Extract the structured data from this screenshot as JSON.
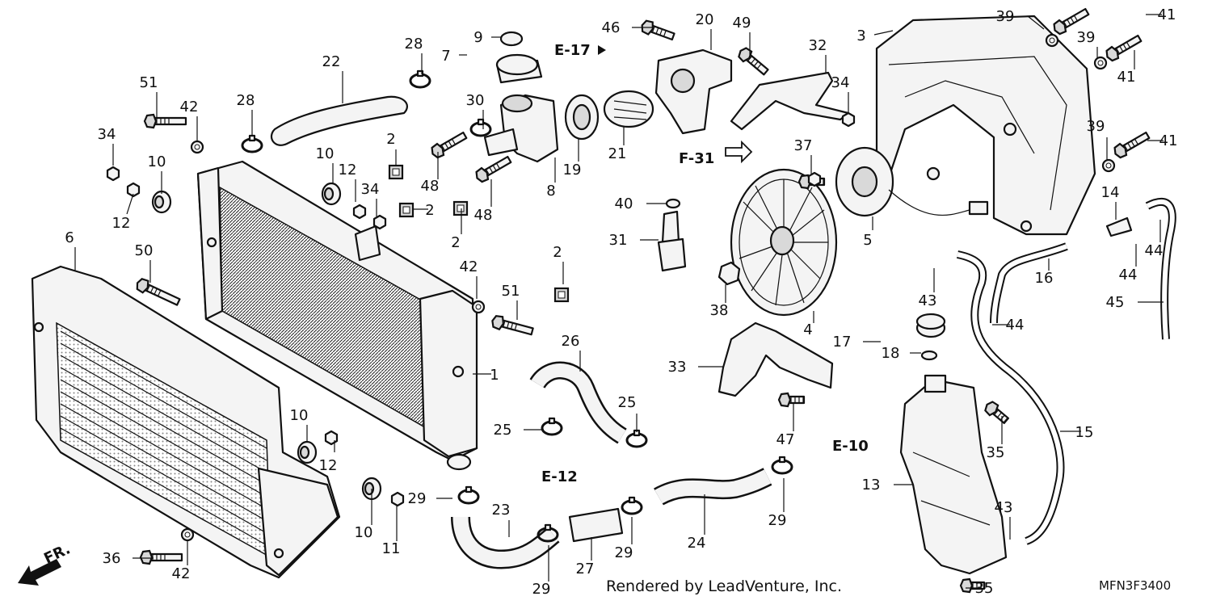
{
  "diagram": {
    "callouts": [
      {
        "id": "c1",
        "label": "1"
      },
      {
        "id": "c2a",
        "label": "2"
      },
      {
        "id": "c2b",
        "label": "2"
      },
      {
        "id": "c2c",
        "label": "2"
      },
      {
        "id": "c2d",
        "label": "2"
      },
      {
        "id": "c3",
        "label": "3"
      },
      {
        "id": "c4",
        "label": "4"
      },
      {
        "id": "c5",
        "label": "5"
      },
      {
        "id": "c6",
        "label": "6"
      },
      {
        "id": "c7",
        "label": "7"
      },
      {
        "id": "c8",
        "label": "8"
      },
      {
        "id": "c9",
        "label": "9"
      },
      {
        "id": "c10a",
        "label": "10"
      },
      {
        "id": "c10b",
        "label": "10"
      },
      {
        "id": "c10c",
        "label": "10"
      },
      {
        "id": "c10d",
        "label": "10"
      },
      {
        "id": "c11",
        "label": "11"
      },
      {
        "id": "c12a",
        "label": "12"
      },
      {
        "id": "c12b",
        "label": "12"
      },
      {
        "id": "c12c",
        "label": "12"
      },
      {
        "id": "c13",
        "label": "13"
      },
      {
        "id": "c14",
        "label": "14"
      },
      {
        "id": "c15",
        "label": "15"
      },
      {
        "id": "c16",
        "label": "16"
      },
      {
        "id": "c17",
        "label": "17"
      },
      {
        "id": "c18",
        "label": "18"
      },
      {
        "id": "c19",
        "label": "19"
      },
      {
        "id": "c20",
        "label": "20"
      },
      {
        "id": "c21",
        "label": "21"
      },
      {
        "id": "c22",
        "label": "22"
      },
      {
        "id": "c23",
        "label": "23"
      },
      {
        "id": "c24",
        "label": "24"
      },
      {
        "id": "c25a",
        "label": "25"
      },
      {
        "id": "c25b",
        "label": "25"
      },
      {
        "id": "c26",
        "label": "26"
      },
      {
        "id": "c27",
        "label": "27"
      },
      {
        "id": "c28a",
        "label": "28"
      },
      {
        "id": "c28b",
        "label": "28"
      },
      {
        "id": "c29a",
        "label": "29"
      },
      {
        "id": "c29b",
        "label": "29"
      },
      {
        "id": "c29c",
        "label": "29"
      },
      {
        "id": "c29d",
        "label": "29"
      },
      {
        "id": "c30",
        "label": "30"
      },
      {
        "id": "c31",
        "label": "31"
      },
      {
        "id": "c32",
        "label": "32"
      },
      {
        "id": "c33",
        "label": "33"
      },
      {
        "id": "c34a",
        "label": "34"
      },
      {
        "id": "c34b",
        "label": "34"
      },
      {
        "id": "c34c",
        "label": "34"
      },
      {
        "id": "c35a",
        "label": "35"
      },
      {
        "id": "c35b",
        "label": "35"
      },
      {
        "id": "c36",
        "label": "36"
      },
      {
        "id": "c37",
        "label": "37"
      },
      {
        "id": "c38",
        "label": "38"
      },
      {
        "id": "c39a",
        "label": "39"
      },
      {
        "id": "c39b",
        "label": "39"
      },
      {
        "id": "c39c",
        "label": "39"
      },
      {
        "id": "c40",
        "label": "40"
      },
      {
        "id": "c41a",
        "label": "41"
      },
      {
        "id": "c41b",
        "label": "41"
      },
      {
        "id": "c41c",
        "label": "41"
      },
      {
        "id": "c42a",
        "label": "42"
      },
      {
        "id": "c42b",
        "label": "42"
      },
      {
        "id": "c42c",
        "label": "42"
      },
      {
        "id": "c43a",
        "label": "43"
      },
      {
        "id": "c43b",
        "label": "43"
      },
      {
        "id": "c44a",
        "label": "44"
      },
      {
        "id": "c44b",
        "label": "44"
      },
      {
        "id": "c44c",
        "label": "44"
      },
      {
        "id": "c45",
        "label": "45"
      },
      {
        "id": "c46",
        "label": "46"
      },
      {
        "id": "c47",
        "label": "47"
      },
      {
        "id": "c48a",
        "label": "48"
      },
      {
        "id": "c48b",
        "label": "48"
      },
      {
        "id": "c49",
        "label": "49"
      },
      {
        "id": "c50",
        "label": "50"
      },
      {
        "id": "c51a",
        "label": "51"
      },
      {
        "id": "c51b",
        "label": "51"
      }
    ],
    "references": {
      "e17": "E-17",
      "f31": "F-31",
      "e12": "E-12",
      "e10": "E-10"
    },
    "direction": "FR.",
    "footer_credit": "Rendered by LeadVenture, Inc.",
    "diagram_code": "MFN3F3400"
  }
}
